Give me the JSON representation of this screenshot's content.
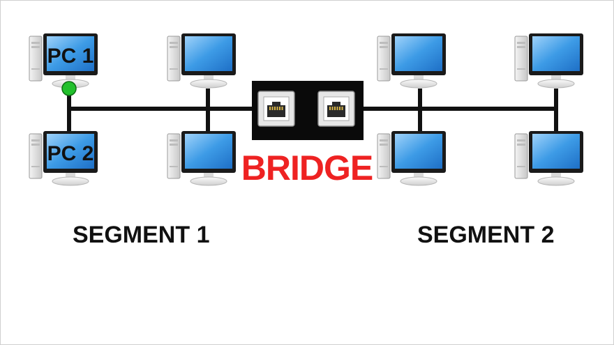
{
  "pcs": [
    {
      "name": "pc-1",
      "label": "PC 1"
    },
    {
      "name": "pc-2",
      "label": "PC 2"
    },
    {
      "name": "pc-3",
      "label": ""
    },
    {
      "name": "pc-4",
      "label": ""
    },
    {
      "name": "pc-5",
      "label": ""
    },
    {
      "name": "pc-6",
      "label": ""
    },
    {
      "name": "pc-7",
      "label": ""
    },
    {
      "name": "pc-8",
      "label": ""
    }
  ],
  "bridge": {
    "label": "BRIDGE",
    "ports": [
      "ethernet-port-icon",
      "ethernet-port-icon"
    ]
  },
  "segments": [
    {
      "label": "SEGMENT 1"
    },
    {
      "label": "SEGMENT 2"
    }
  ],
  "indicator": {
    "color": "#22c02c",
    "meaning": "active-node"
  },
  "colors": {
    "bridge_text": "#ee2222",
    "cable": "#111111",
    "screen": "#3d9be6"
  }
}
